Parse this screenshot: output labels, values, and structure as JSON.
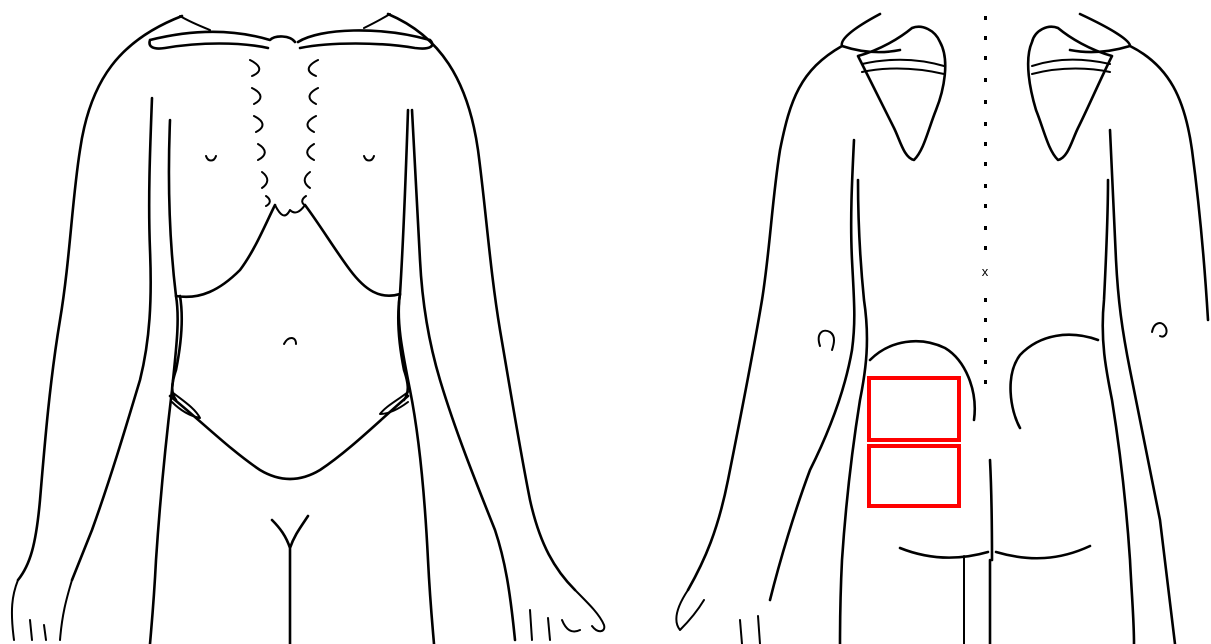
{
  "figure": {
    "views": [
      {
        "id": "front",
        "label": ""
      },
      {
        "id": "back",
        "label": ""
      }
    ],
    "spine_marker": "x",
    "marked_regions": [
      {
        "view": "back",
        "area": "left-buttock-upper",
        "color": "#ff0000"
      },
      {
        "view": "back",
        "area": "left-buttock-lower",
        "color": "#ff0000"
      }
    ],
    "colors": {
      "line": "#000000",
      "background": "#ffffff",
      "highlight": "#ff0000"
    }
  }
}
